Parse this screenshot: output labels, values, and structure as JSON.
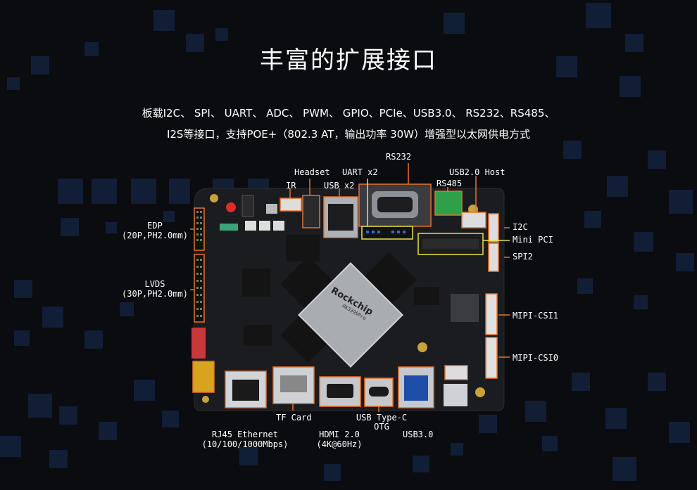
{
  "title": "丰富的扩展接口",
  "description": {
    "line1": "板载I2C、 SPI、 UART、 ADC、 PWM、 GPIO、PCIe、USB3.0、 RS232、RS485、",
    "line2": "I2S等接口，支持POE+（802.3 AT，输出功率 30W）增强型以太网供电方式"
  },
  "chip": {
    "brand": "Rockchip",
    "model": "RK3399Pro"
  },
  "labels": {
    "rs232": "RS232",
    "headset": "Headset",
    "uart": "UART x2",
    "usb2_host": "USB2.0 Host",
    "ir": "IR",
    "usb_x2": "USB x2",
    "rs485": "RS485",
    "edp_1": "EDP",
    "edp_2": "(20P,PH2.0mm)",
    "i2c": "I2C",
    "mini_pci": "Mini PCI",
    "spi2": "SPI2",
    "lvds_1": "LVDS",
    "lvds_2": "(30P,PH2.0mm)",
    "mipi_csi1": "MIPI-CSI1",
    "mipi_csi0": "MIPI-CSI0",
    "tf_card": "TF Card",
    "usb_typec_1": "USB Type-C",
    "usb_typec_2": "OTG",
    "rj45_1": "RJ45 Ethernet",
    "rj45_2": "(10/100/1000Mbps)",
    "hdmi_1": "HDMI 2.0",
    "hdmi_2": "(4K@60Hz)",
    "usb3": "USB3.0"
  },
  "colors": {
    "background": "#0b0c10",
    "highlight_orange": "#e8722c",
    "highlight_yellow": "#e6e24a",
    "board": "#1b1c1f",
    "accent_blue": "#1e3a66"
  }
}
